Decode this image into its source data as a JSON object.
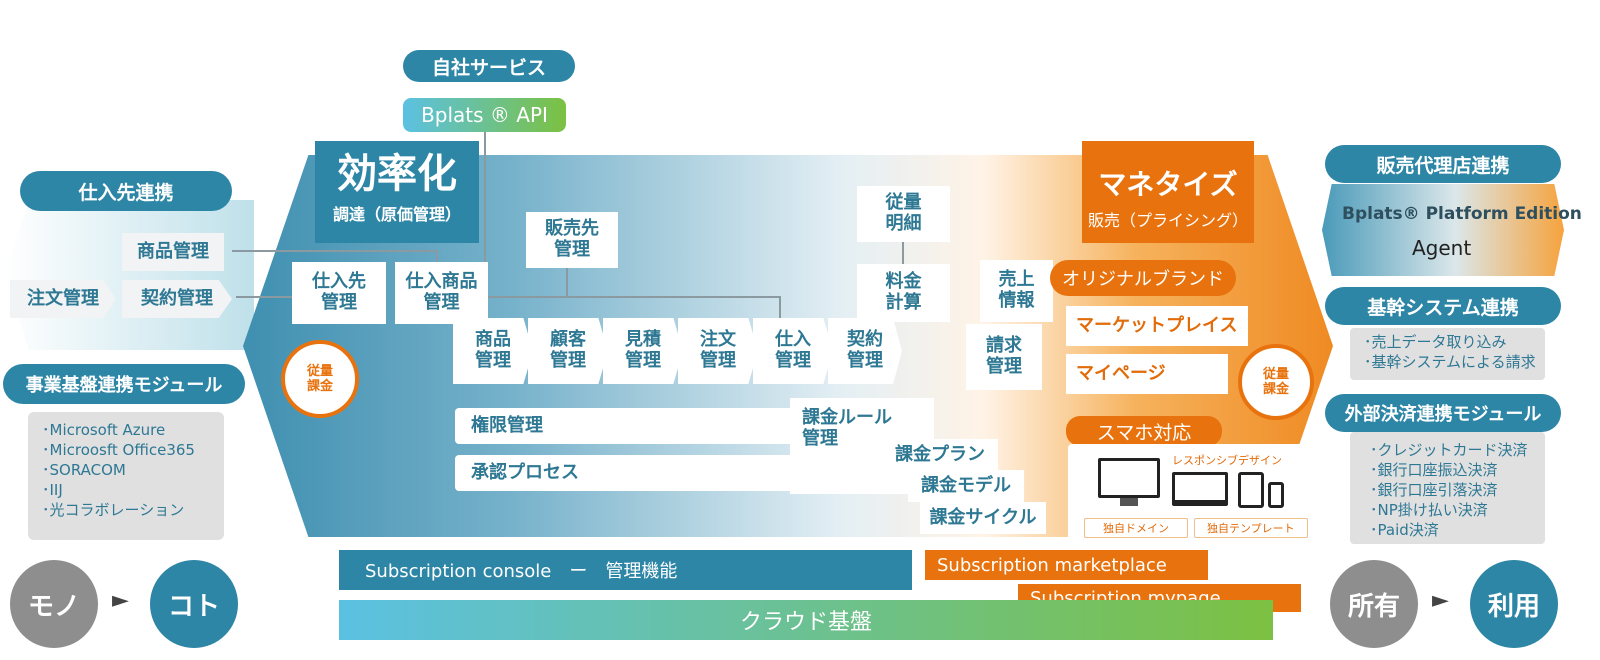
{
  "top": {
    "own_service": "自社サービス",
    "api": "Bplats ® API"
  },
  "left": {
    "supplier_link": "仕入先連携",
    "product_mgmt": "商品管理",
    "contract_mgmt": "契約管理",
    "order_mgmt": "注文管理",
    "module_title": "事業基盤連携モジュール",
    "module_items": [
      "･Microsoft Azure",
      "･Microosft Office365",
      "･SORACOM",
      "･IIJ",
      "･光コラボレーション"
    ]
  },
  "efficiency": {
    "title": "効率化",
    "subtitle": "調達（原価管理）"
  },
  "monetize": {
    "title": "マネタイズ",
    "subtitle": "販売（プライシング）"
  },
  "center": {
    "supplier_mgmt": "仕入先\n管理",
    "supplier_product_mgmt": "仕入商品\n管理",
    "customer_mgmt_top": "販売先\n管理",
    "usage_detail": "従量\n明細",
    "fee_calc": "料金\n計算",
    "sales_info": "売上\n情報",
    "billing_mgmt": "請求\n管理",
    "flow": [
      "商品\n管理",
      "顧客\n管理",
      "見積\n管理",
      "注文\n管理",
      "仕入\n管理",
      "契約\n管理"
    ],
    "permission_mgmt": "権限管理",
    "approval_process": "承認プロセス",
    "billing_rule": "課金ルール\n管理",
    "billing_plan": "課金プラン",
    "billing_model": "課金モデル",
    "billing_cycle": "課金サイクル",
    "usage_billing_left": "従量\n課金",
    "usage_billing_right": "従量\n課金"
  },
  "orange_section": {
    "original_brand": "オリジナルブランド",
    "marketplace": "マーケットプレイス",
    "mypage": "マイページ",
    "smartphone": "スマホ対応",
    "responsive": "レスポンシブデザイン",
    "own_domain": "独自ドメイン",
    "own_template": "独自テンプレート"
  },
  "bottom": {
    "console": "Subscription console　ー　管理機能",
    "marketplace": "Subscription marketplace",
    "mypage": "Subscription mypage",
    "cloud": "クラウド基盤",
    "mono": "モノ",
    "koto": "コト",
    "own": "所有",
    "use": "利用",
    "arrow": "►"
  },
  "right": {
    "agency_link": "販売代理店連携",
    "platform_edition": "Bplats® Platform Edition",
    "agent": "Agent",
    "core_link": "基幹システム連携",
    "core_items": [
      "･売上データ取り込み",
      "･基幹システムによる請求"
    ],
    "payment_title": "外部決済連携モジュール",
    "payment_items": [
      "･クレジットカード決済",
      "･銀行口座振込決済",
      "･銀行口座引落決済",
      "･NP掛け払い決済",
      "･Paid決済"
    ]
  },
  "colors": {
    "teal": "#2e86a6",
    "orange": "#e8730e",
    "green": "#7cc142",
    "light_blue": "#5bc1e2",
    "gray": "#9e9e9e"
  }
}
